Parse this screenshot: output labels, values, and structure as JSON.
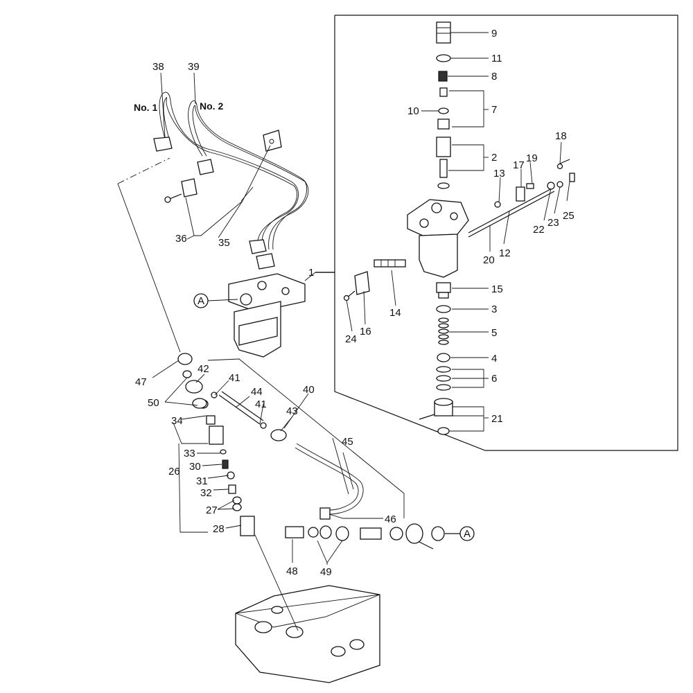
{
  "parts": {
    "n1": "1",
    "n2": "2",
    "n3": "3",
    "n4": "4",
    "n5": "5",
    "n6": "6",
    "n7": "7",
    "n8": "8",
    "n9": "9",
    "n10": "10",
    "n11": "11",
    "n12": "12",
    "n13": "13",
    "n14": "14",
    "n15": "15",
    "n16": "16",
    "n17": "17",
    "n18": "18",
    "n19": "19",
    "n20": "20",
    "n21": "21",
    "n22": "22",
    "n23": "23",
    "n24": "24",
    "n25": "25",
    "n26": "26",
    "n27": "27",
    "n28": "28",
    "n30": "30",
    "n31": "31",
    "n32": "32",
    "n33": "33",
    "n34": "34",
    "n35": "35",
    "n36": "36",
    "n38": "38",
    "n39": "39",
    "n40": "40",
    "n41a": "41",
    "n41b": "41",
    "n42": "42",
    "n43": "43",
    "n44": "44",
    "n45": "45",
    "n46": "46",
    "n47": "47",
    "n48": "48",
    "n49": "49",
    "n50": "50"
  },
  "labels": {
    "pipe_no1": "No. 1",
    "pipe_no2": "No. 2",
    "ref_a_left": "A",
    "ref_a_right": "A"
  }
}
